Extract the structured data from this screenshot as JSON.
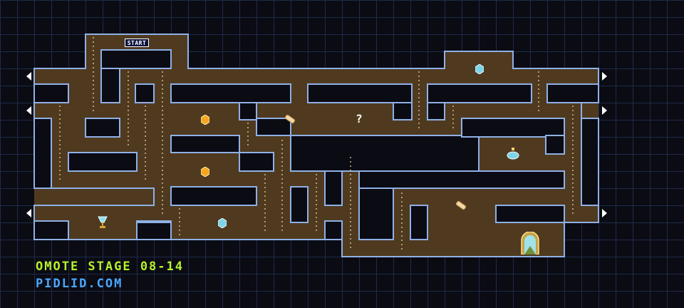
{
  "stage": {
    "title": "OMOTE STAGE 08-14",
    "website": "PIDLID.COM",
    "start_label": "START",
    "mystery_glyph": "?"
  },
  "colors": {
    "floor": "#4f3a1f",
    "wall_edge": "#8fb0e6",
    "background": "#0b0b14",
    "grid": "#1e2b48",
    "title_text": "#b6f22a",
    "site_text": "#4aa8ff"
  },
  "items": [
    {
      "name": "orange-gem-icon",
      "kind": "gem",
      "color": "#f6a623"
    },
    {
      "name": "orange-gem-icon",
      "kind": "gem",
      "color": "#f6a623"
    },
    {
      "name": "blue-gem-icon",
      "kind": "gem",
      "color": "#7fd4e8"
    },
    {
      "name": "blue-gem-icon",
      "kind": "gem",
      "color": "#7fd4e8"
    },
    {
      "name": "scroll-icon",
      "kind": "scroll"
    },
    {
      "name": "scroll-icon",
      "kind": "scroll"
    },
    {
      "name": "potion-icon",
      "kind": "potion"
    },
    {
      "name": "goblet-icon",
      "kind": "goblet"
    },
    {
      "name": "exit-door-icon",
      "kind": "door"
    }
  ],
  "exits": [
    "left",
    "left",
    "left",
    "right",
    "right",
    "right"
  ]
}
